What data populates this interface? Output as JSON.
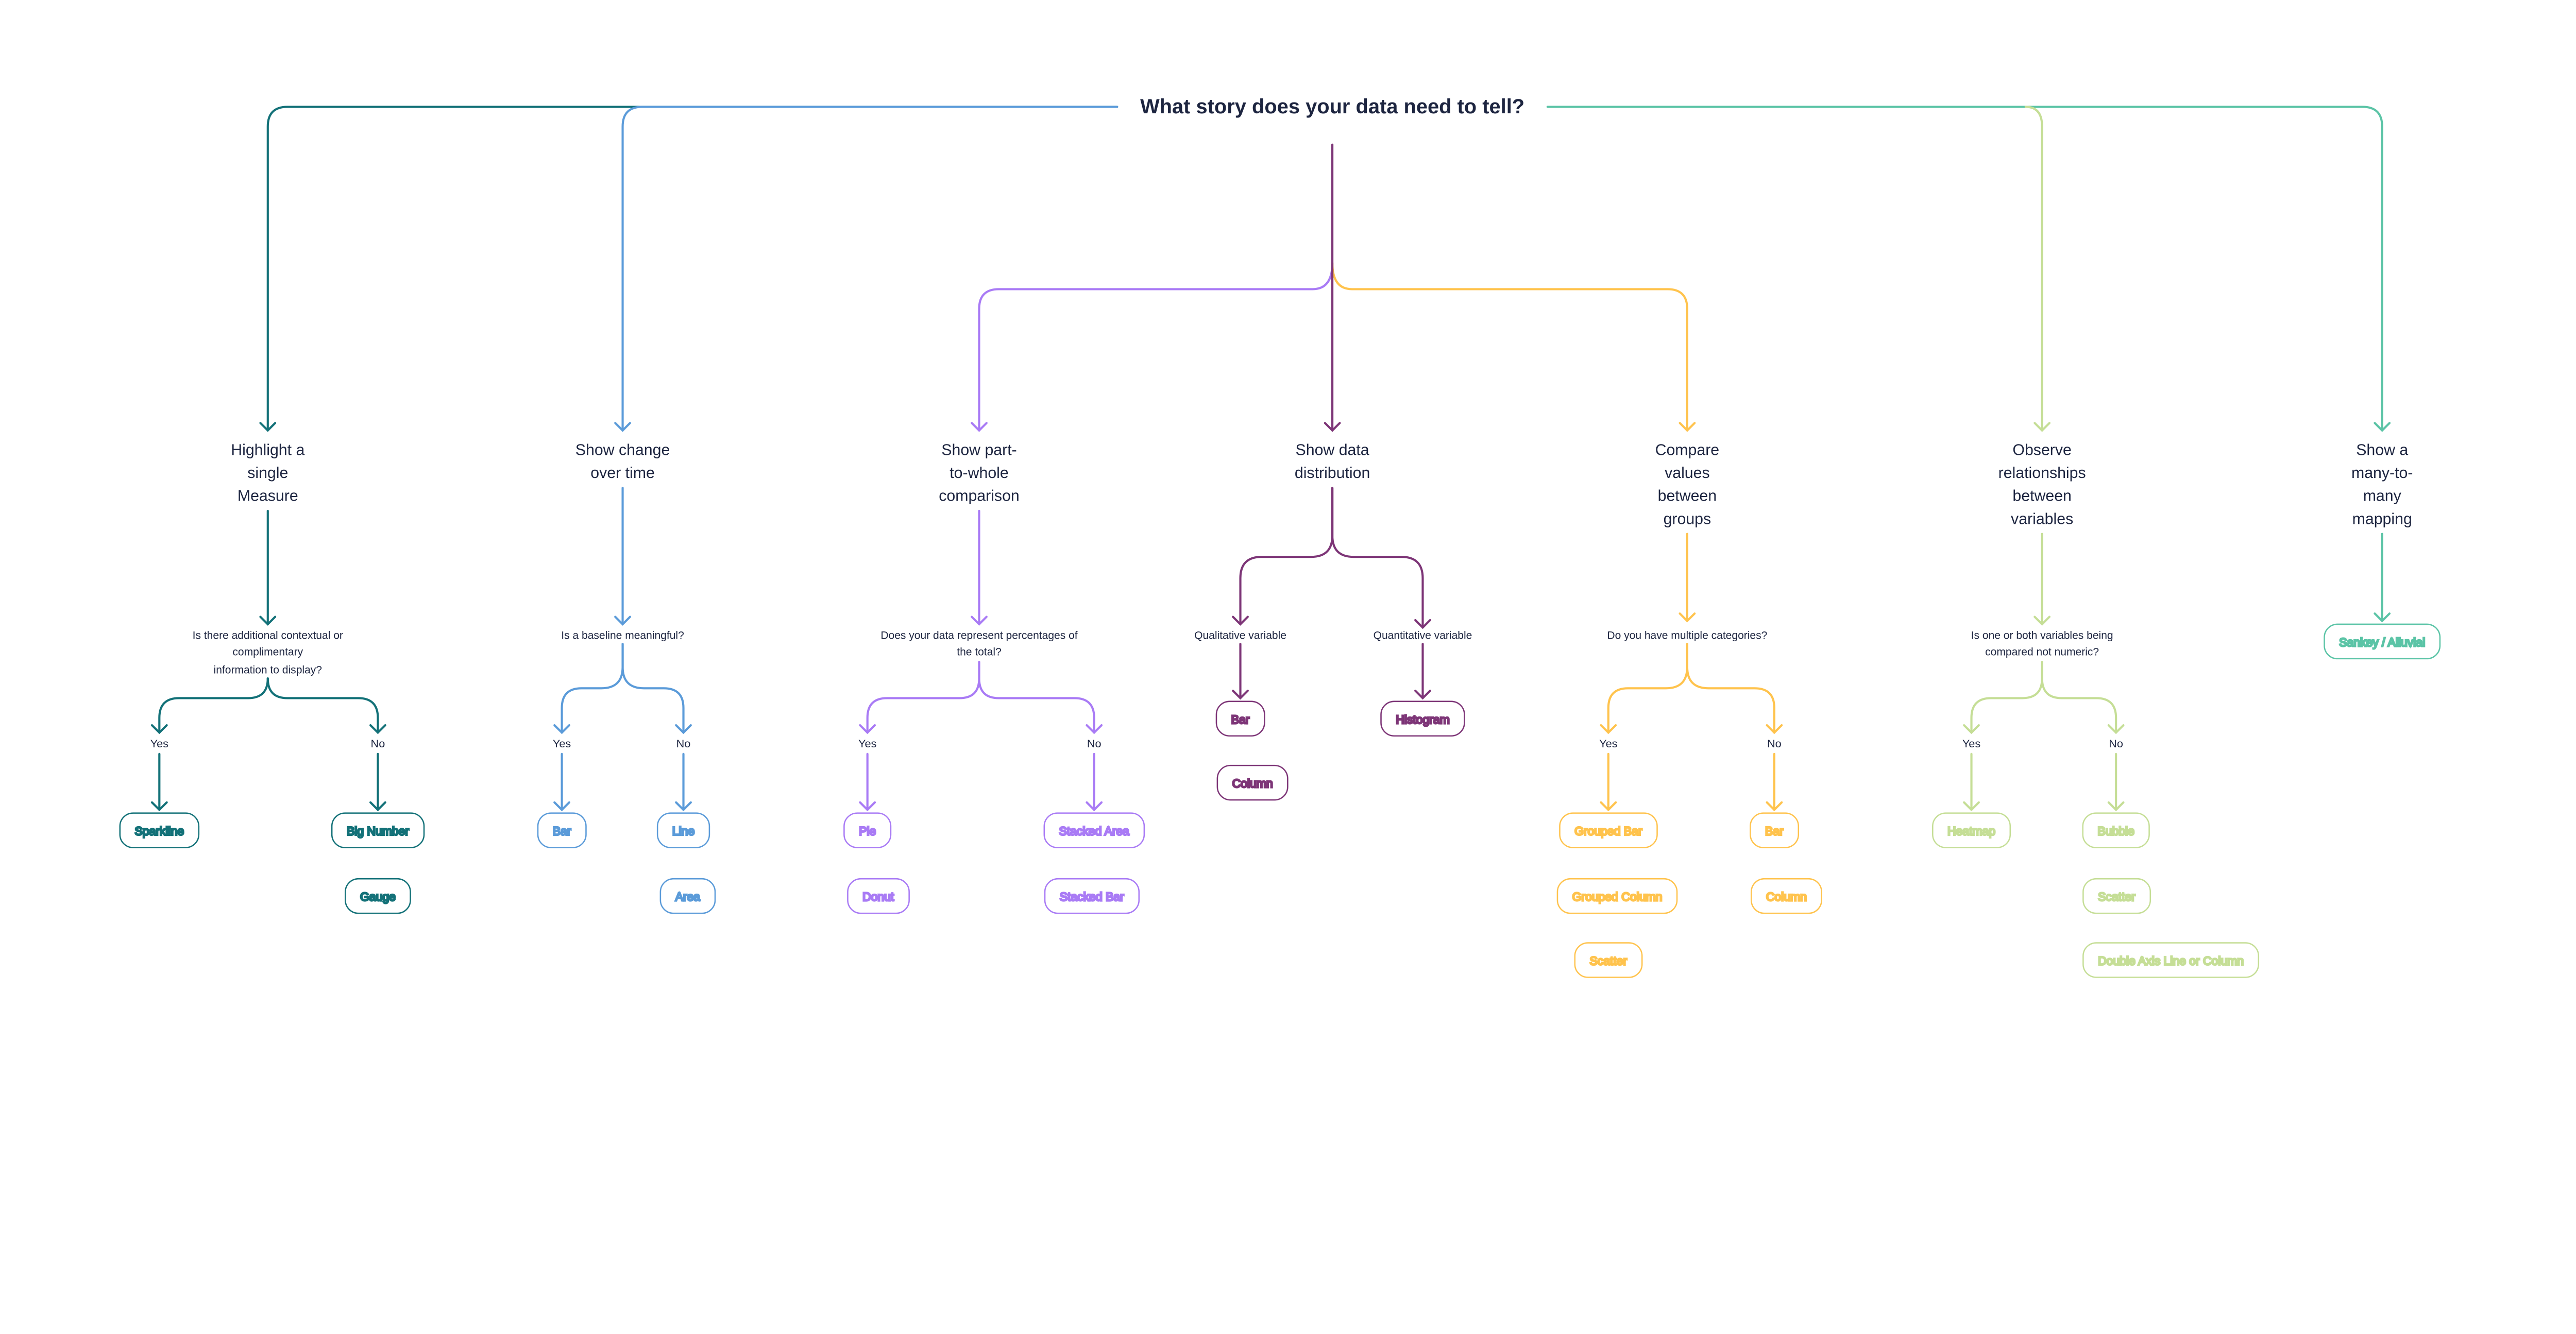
{
  "title": "What story does your data need to tell?",
  "colors": {
    "highlight": "#137178",
    "change": "#5B9BD9",
    "part_to_whole": "#A97BF5",
    "distribution": "#7D3577",
    "compare": "#FFC34D",
    "relationships": "#C5DE96",
    "mapping": "#5BC4A6",
    "text": "#1d2540"
  },
  "branches": [
    {
      "label": [
        "Highlight a",
        "single",
        "Measure"
      ],
      "question": [
        "Is there additional contextual or",
        "complimentary",
        "information to display?"
      ],
      "yes": "Yes",
      "no": "No",
      "yes_options": [
        "Sparkline"
      ],
      "no_options": [
        "Big Number",
        "Gauge"
      ]
    },
    {
      "label": [
        "Show change",
        "over time"
      ],
      "question": [
        "Is a baseline meaningful?"
      ],
      "yes": "Yes",
      "no": "No",
      "yes_options": [
        "Bar"
      ],
      "no_options": [
        "Line",
        "Area"
      ]
    },
    {
      "label": [
        "Show part-",
        "to-whole",
        "comparison"
      ],
      "question": [
        "Does your data represent percentages of",
        "the total?"
      ],
      "yes": "Yes",
      "no": "No",
      "yes_options": [
        "Pie",
        "Donut"
      ],
      "no_options": [
        "Stacked Area",
        "Stacked Bar"
      ]
    },
    {
      "label": [
        "Show data",
        "distribution"
      ],
      "left": "Qualitative variable",
      "right": "Quantitative variable",
      "left_options": [
        "Bar",
        "Column"
      ],
      "right_options": [
        "Histogram"
      ]
    },
    {
      "label": [
        "Compare",
        "values",
        "between",
        "groups"
      ],
      "question": [
        "Do you have multiple categories?"
      ],
      "yes": "Yes",
      "no": "No",
      "yes_options": [
        "Grouped Bar",
        "Grouped Column",
        "Scatter"
      ],
      "no_options": [
        "Bar",
        "Column"
      ]
    },
    {
      "label": [
        "Observe",
        "relationships",
        "between",
        "variables"
      ],
      "question": [
        "Is one or both variables being",
        "compared not numeric?"
      ],
      "yes": "Yes",
      "no": "No",
      "yes_options": [
        "Heatmap"
      ],
      "no_options": [
        "Bubble",
        "Scatter",
        "Double Axis Line or Column"
      ]
    },
    {
      "label": [
        "Show a",
        "many-to-",
        "many",
        "mapping"
      ],
      "options": [
        "Sankey / Alluvial"
      ]
    }
  ]
}
